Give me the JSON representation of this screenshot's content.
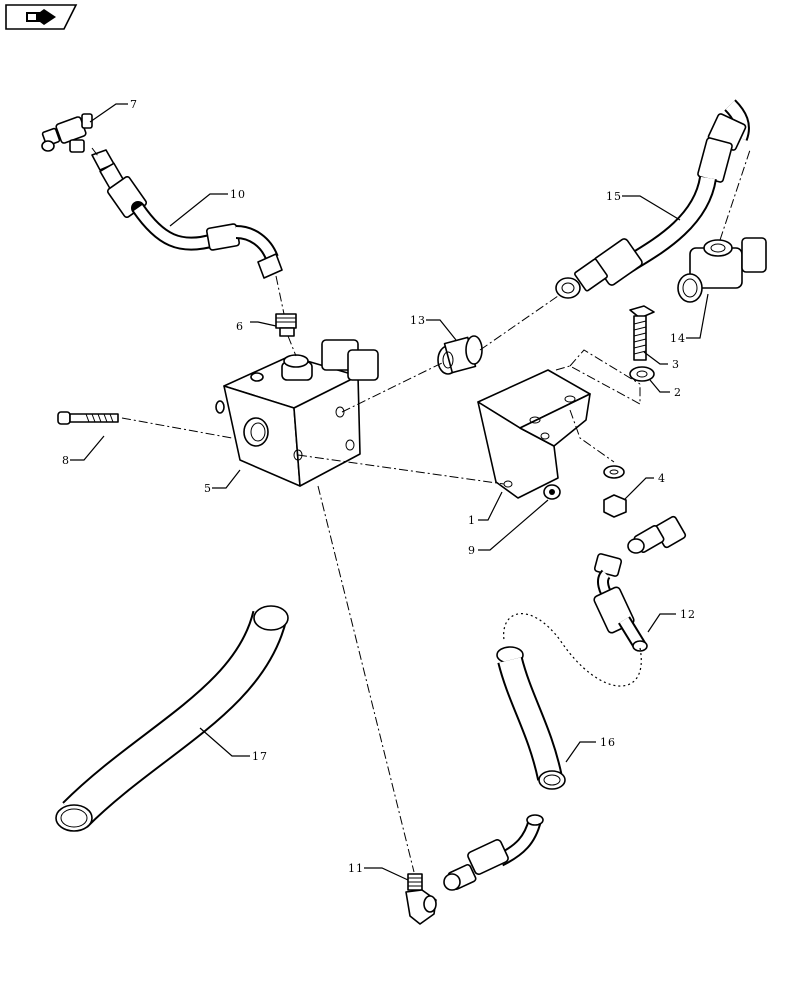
{
  "nav_icon": "next-page-arrow-icon",
  "callouts": {
    "c1": "1",
    "c2": "2",
    "c3": "3",
    "c4": "4",
    "c5": "5",
    "c6": "6",
    "c7": "7",
    "c8": "8",
    "c9": "9",
    "c10": "10",
    "c11": "11",
    "c12": "12",
    "c13": "13",
    "c14": "14",
    "c15": "15",
    "c16": "16",
    "c17": "17"
  }
}
